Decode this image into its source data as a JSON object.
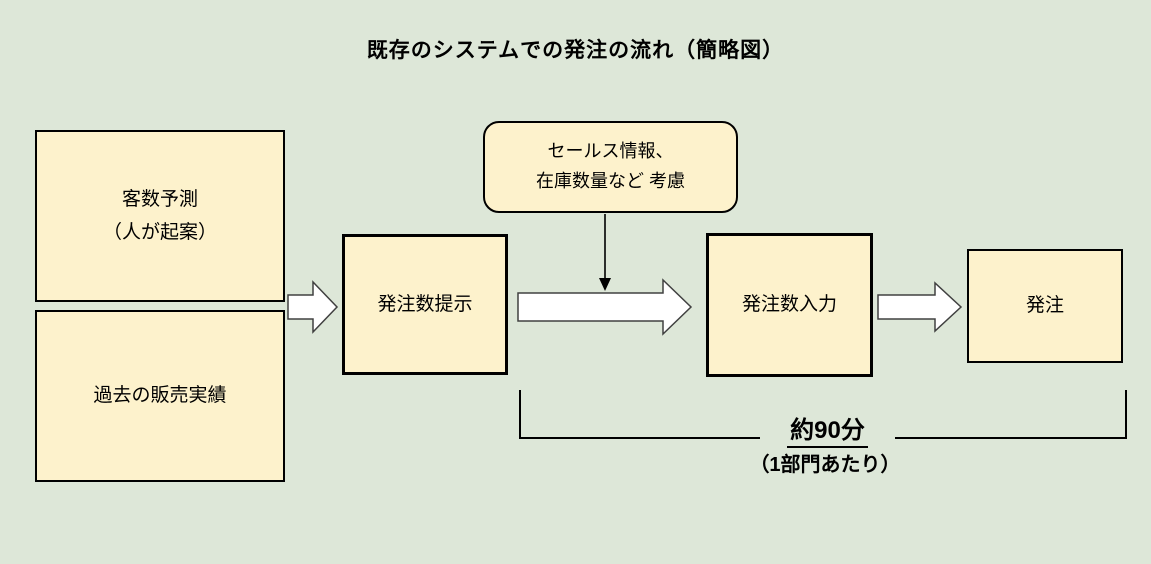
{
  "title": "既存のシステムでの発注の流れ（簡略図）",
  "boxes": {
    "customer_forecast": {
      "label": "客数予測\n（人が起案）"
    },
    "past_sales": {
      "label": "過去の販売実績"
    },
    "order_suggestion": {
      "label": "発注数提示"
    },
    "order_input": {
      "label": "発注数入力"
    },
    "order": {
      "label": "発注"
    }
  },
  "note": {
    "label": "セールス情報、\n在庫数量など  考慮"
  },
  "bracket": {
    "duration": "約90分",
    "unit": "（1部門あたり）"
  },
  "colors": {
    "background": "#dde7d8",
    "box_fill": "#fdf2cc",
    "box_border": "#000000",
    "arrow_fill": "#ffffff",
    "arrow_outline": "#404040"
  }
}
